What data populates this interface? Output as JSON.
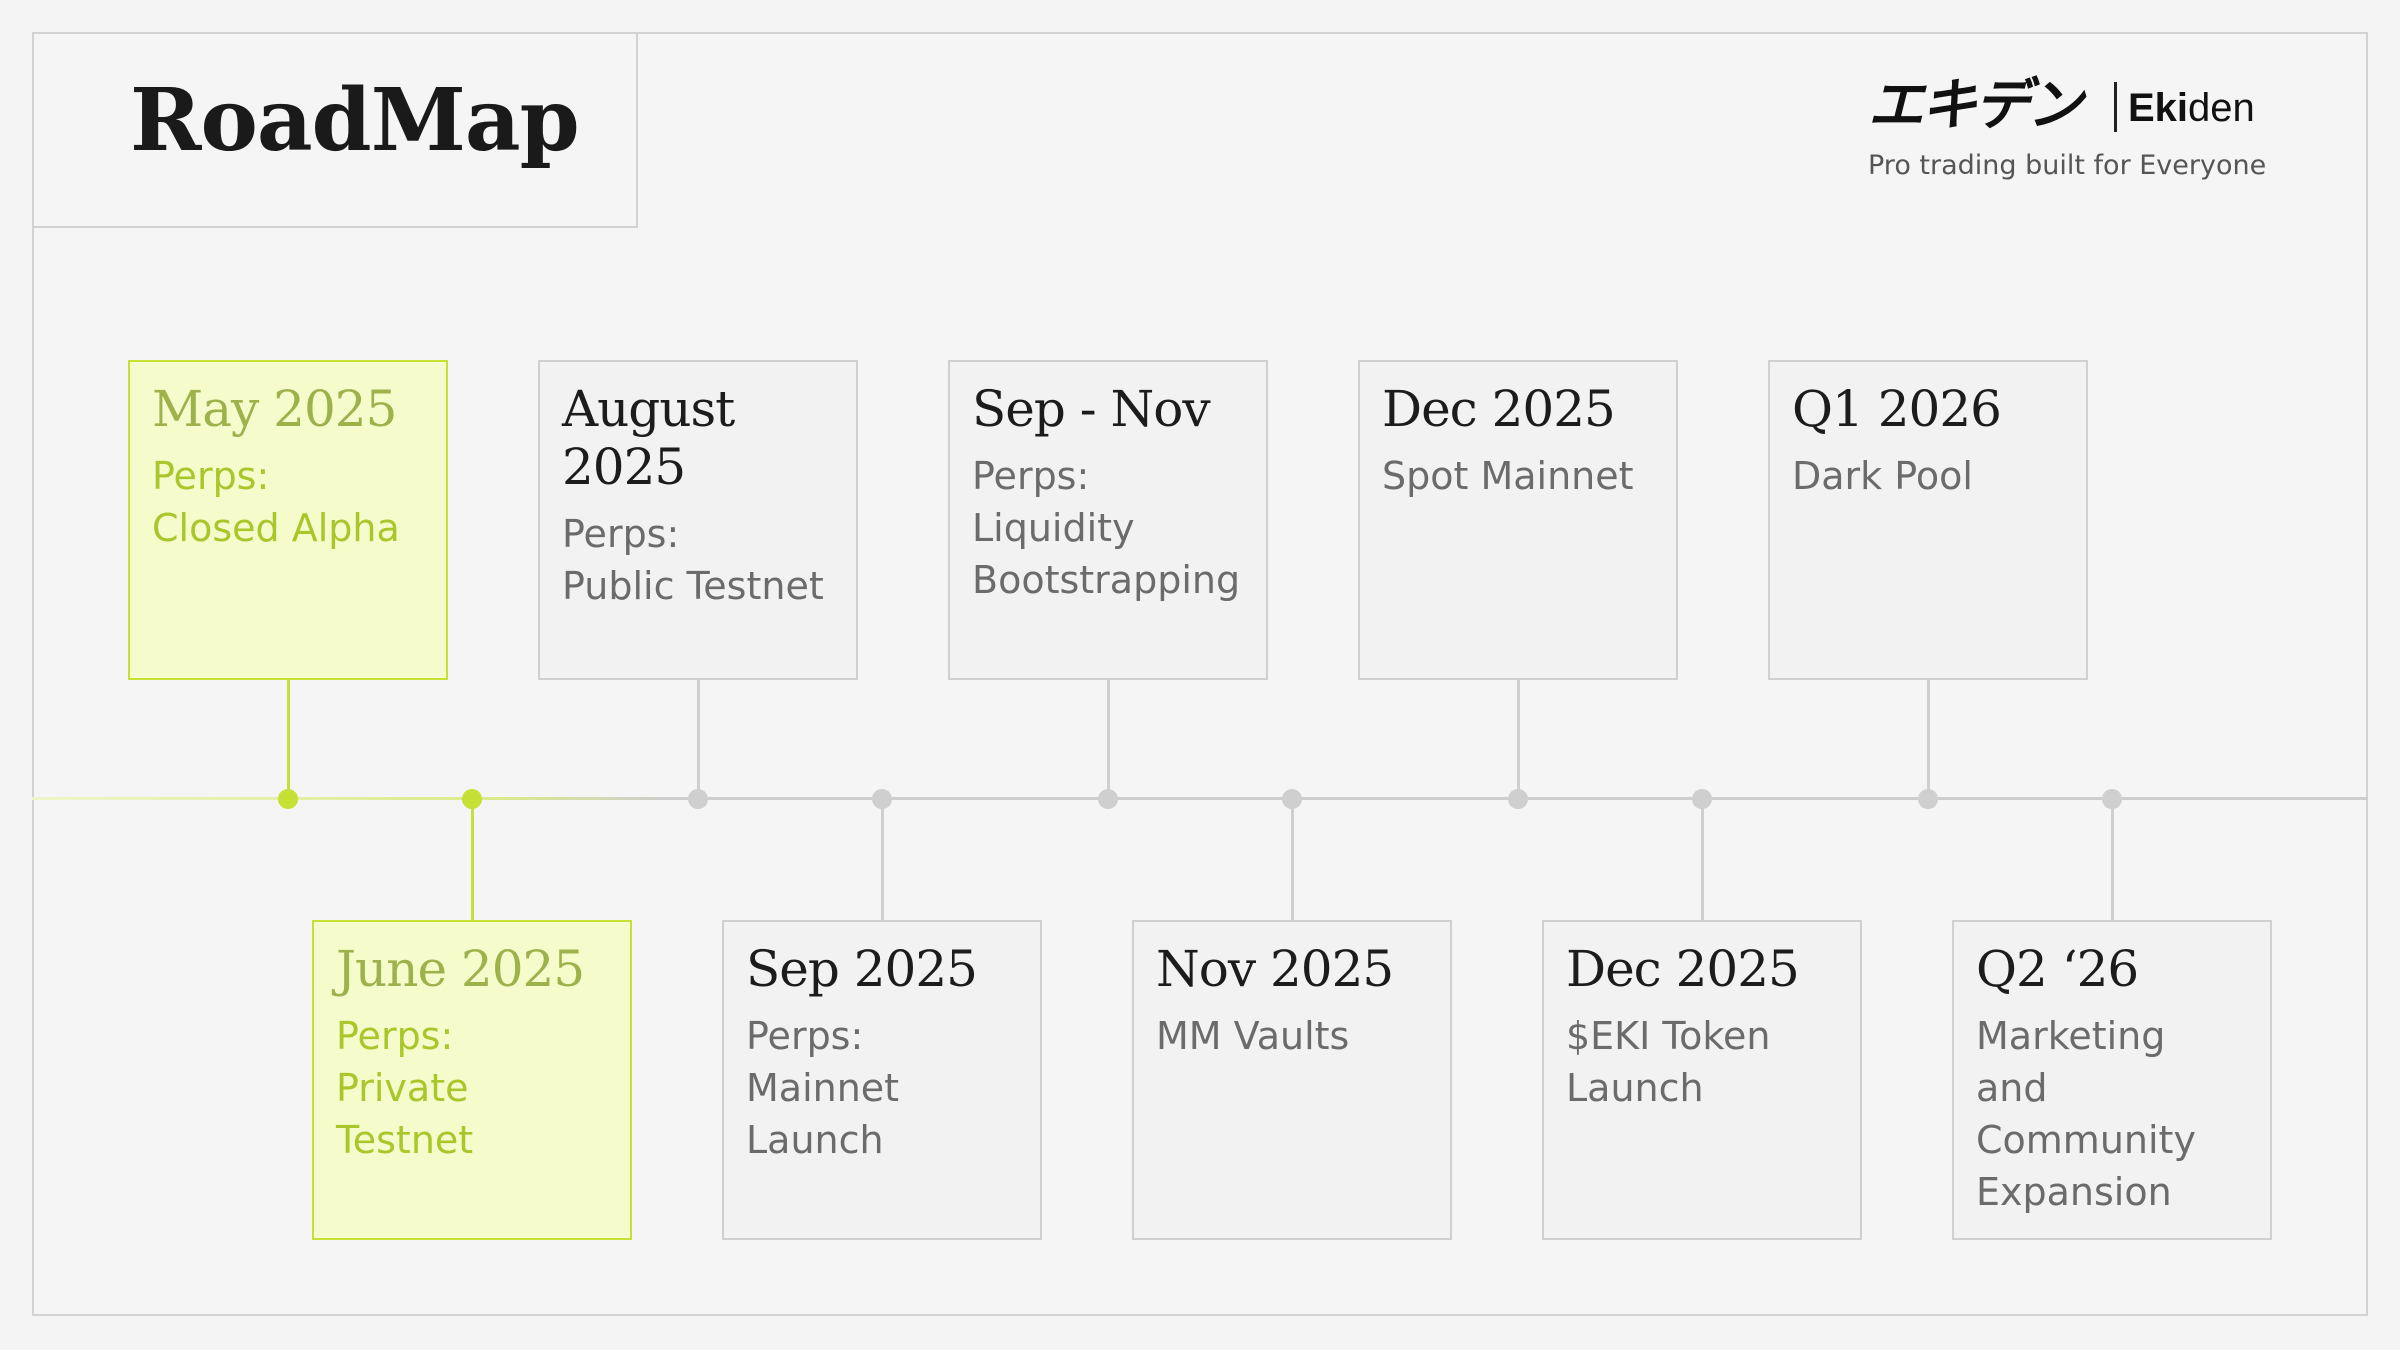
{
  "header": {
    "title": "RoadMap"
  },
  "brand": {
    "logo_jp": "エキデン",
    "name_bold": "Eki",
    "name_rest": "den",
    "tagline": "Pro trading built for Everyone"
  },
  "colors": {
    "accent": "#c6e035",
    "accent_text": "#a9c62a",
    "accent_date": "#9eb24c",
    "neutral_line": "#cfcfcf",
    "card_bg": "#f2f2f2"
  },
  "milestones": [
    {
      "date": "May 2025",
      "desc": "Perps:\nClosed Alpha",
      "active": true
    },
    {
      "date": "June 2025",
      "desc": "Perps:\nPrivate\nTestnet",
      "active": true
    },
    {
      "date": "August\n2025",
      "desc": "Perps:\nPublic Testnet",
      "active": false
    },
    {
      "date": "Sep 2025",
      "desc": "Perps:\nMainnet\nLaunch",
      "active": false
    },
    {
      "date": "Sep - Nov",
      "desc": "Perps:\nLiquidity\nBootstrapping",
      "active": false
    },
    {
      "date": "Nov 2025",
      "desc": "MM Vaults",
      "active": false
    },
    {
      "date": "Dec 2025",
      "desc": "Spot Mainnet",
      "active": false
    },
    {
      "date": "Dec 2025",
      "desc": "$EKI Token\nLaunch",
      "active": false
    },
    {
      "date": "Q1 2026",
      "desc": "Dark Pool",
      "active": false
    },
    {
      "date": "Q2 ‘26",
      "desc": "Marketing and\nCommunity\nExpansion",
      "active": false
    }
  ]
}
